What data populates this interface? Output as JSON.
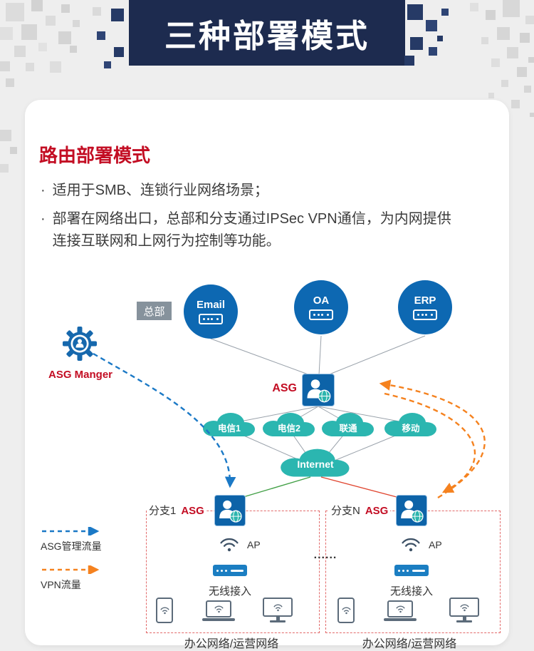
{
  "page": {
    "title": "三种部署模式"
  },
  "section": {
    "title": "路由部署模式",
    "bullet_marker": "·",
    "bullets": [
      "适用于SMB、连锁行业网络场景；",
      "部署在网络出口，总部和分支通过IPSec VPN通信，为内网提供连接互联网和上网行为控制等功能。"
    ]
  },
  "diagram": {
    "hq_label": "总部",
    "servers": [
      {
        "label": "Email"
      },
      {
        "label": "OA"
      },
      {
        "label": "ERP"
      }
    ],
    "asg_label": "ASG",
    "asg_manager_label": "ASG Manger",
    "carriers": [
      "电信1",
      "电信2",
      "联通",
      "移动"
    ],
    "internet_label": "Internet",
    "branches": [
      {
        "name": "分支1",
        "asg": "ASG",
        "ap": "AP",
        "access": "无线接入",
        "network": "办公网络/运营网络"
      },
      {
        "name": "分支N",
        "asg": "ASG",
        "ap": "AP",
        "access": "无线接入",
        "network": "办公网络/运营网络"
      }
    ],
    "branch_separator": "......",
    "legend": [
      {
        "label": "ASG管理流量",
        "color": "#1b79c6",
        "style": "dashed-arrow"
      },
      {
        "label": "VPN流量",
        "color": "#f5821f",
        "style": "dashed-arrow"
      }
    ],
    "icons": [
      "gear-icon",
      "server-icon",
      "asg-user-globe-icon",
      "cloud-icon",
      "wifi-ap-icon",
      "router-icon",
      "tablet-icon",
      "laptop-icon",
      "monitor-icon"
    ]
  },
  "colors": {
    "banner_navy": "#1d2b4f",
    "accent_red": "#c30d23",
    "device_blue": "#0d68b2",
    "cloud_teal": "#2bb6b0",
    "manage_flow_blue": "#1b79c6",
    "vpn_flow_orange": "#f5821f",
    "branch_box_red": "#e26a6a"
  }
}
